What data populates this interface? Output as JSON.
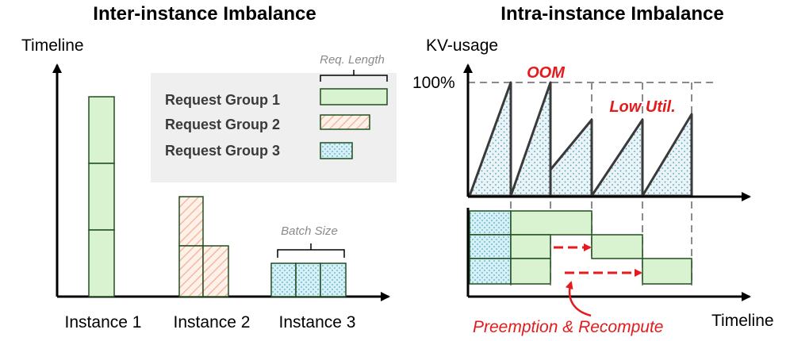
{
  "left_panel": {
    "title": "Inter-instance Imbalance",
    "y_axis_label": "Timeline",
    "legend": {
      "req_length_label": "Req. Length",
      "items": [
        {
          "label": "Request Group 1",
          "fill": "#d9f2d0",
          "pattern": "solid"
        },
        {
          "label": "Request Group 2",
          "fill": "#fbe0d2",
          "pattern": "diagonal-stripes"
        },
        {
          "label": "Request Group 3",
          "fill": "#d6f0f8",
          "pattern": "dots"
        }
      ]
    },
    "batch_size_label": "Batch Size",
    "instances": [
      "Instance 1",
      "Instance 2",
      "Instance 3"
    ]
  },
  "right_panel": {
    "title": "Intra-instance Imbalance",
    "y_axis_label": "KV-usage",
    "y_tick_100": "100%",
    "x_axis_label": "Timeline",
    "oom_label": "OOM",
    "low_util_label": "Low Util.",
    "preemption_label": "Preemption & Recompute"
  },
  "colors": {
    "green": "#d9f2d0",
    "green_stroke": "#1f4f1f",
    "blue": "#d6f0f8",
    "dots": "#5aa9c2",
    "orange_stripe": "#f4b9a0",
    "red": "#e41a1c",
    "legend_bg": "#efefef"
  }
}
